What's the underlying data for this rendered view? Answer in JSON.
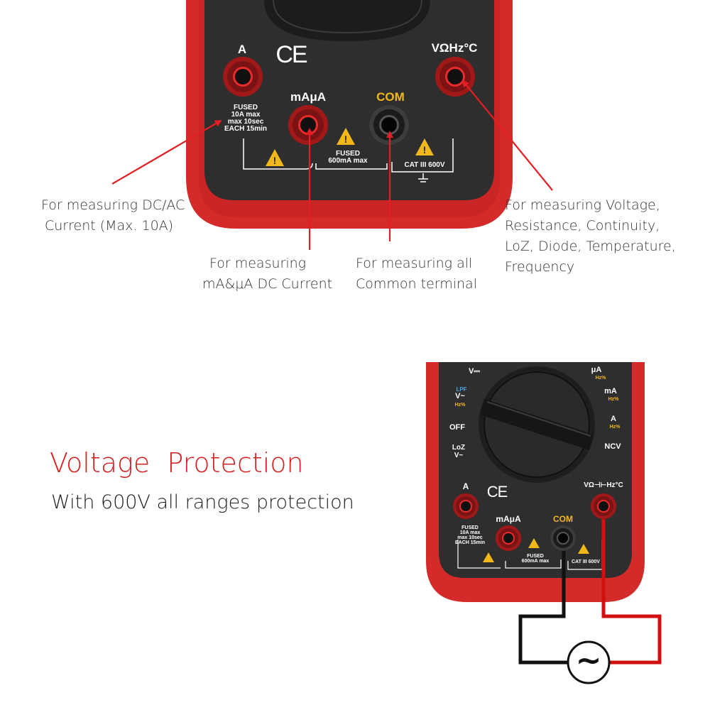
{
  "top_meter": {
    "labels": {
      "a": "A",
      "ce": "CE",
      "voltage": "VΩHz°C",
      "mauA": "mAμA",
      "com": "COM",
      "fused_a": [
        "FUSED",
        "10A max",
        "max 10sec",
        "EACH 15min"
      ],
      "fused_ma": [
        "FUSED",
        "600mA max"
      ],
      "cat": "CAT III 600V"
    }
  },
  "callouts": {
    "dc_ac": [
      "For measuring DC/AC",
      "Current (Max. 10A)"
    ],
    "mauA": [
      "For measuring",
      "mA&μA DC Current"
    ],
    "com": [
      "For measuring all",
      "Common terminal"
    ],
    "voltage": [
      "For measuring Voltage,",
      "Resistance, Continuity,",
      "LoZ, Diode, Temperature,",
      "Frequency"
    ]
  },
  "protection": {
    "title": "Voltage  Protection",
    "subtitle": "With 600V all ranges protection"
  },
  "bottom_meter": {
    "dial_labels": {
      "vdc": "V⎓",
      "lpf": "LPF",
      "vac": "V~",
      "hz_left": "Hz%",
      "off": "OFF",
      "loz": "LoZ",
      "loz_v": "V~",
      "ua": "μA",
      "ma": "mA",
      "a": "A",
      "hz1": "Hz%",
      "hz2": "Hz%",
      "hz3": "Hz%",
      "ncv": "NCV"
    },
    "labels": {
      "a": "A",
      "ce": "CE",
      "voltage": "VΩ⊣⊢Hz°C",
      "mauA": "mAμA",
      "com": "COM",
      "fused_a": [
        "FUSED",
        "10A max",
        "max 10sec",
        "EACH 15min"
      ],
      "fused_ma": [
        "FUSED",
        "600mA max"
      ],
      "cat": "CAT III 600V"
    },
    "ac_symbol": "~"
  },
  "colors": {
    "meter_red": "#d42a2a",
    "meter_dark": "#2e2e2e",
    "accent_red": "#e31e24",
    "com_yellow": "#f1b81c",
    "wire_black": "#111111",
    "wire_red": "#d21010"
  }
}
